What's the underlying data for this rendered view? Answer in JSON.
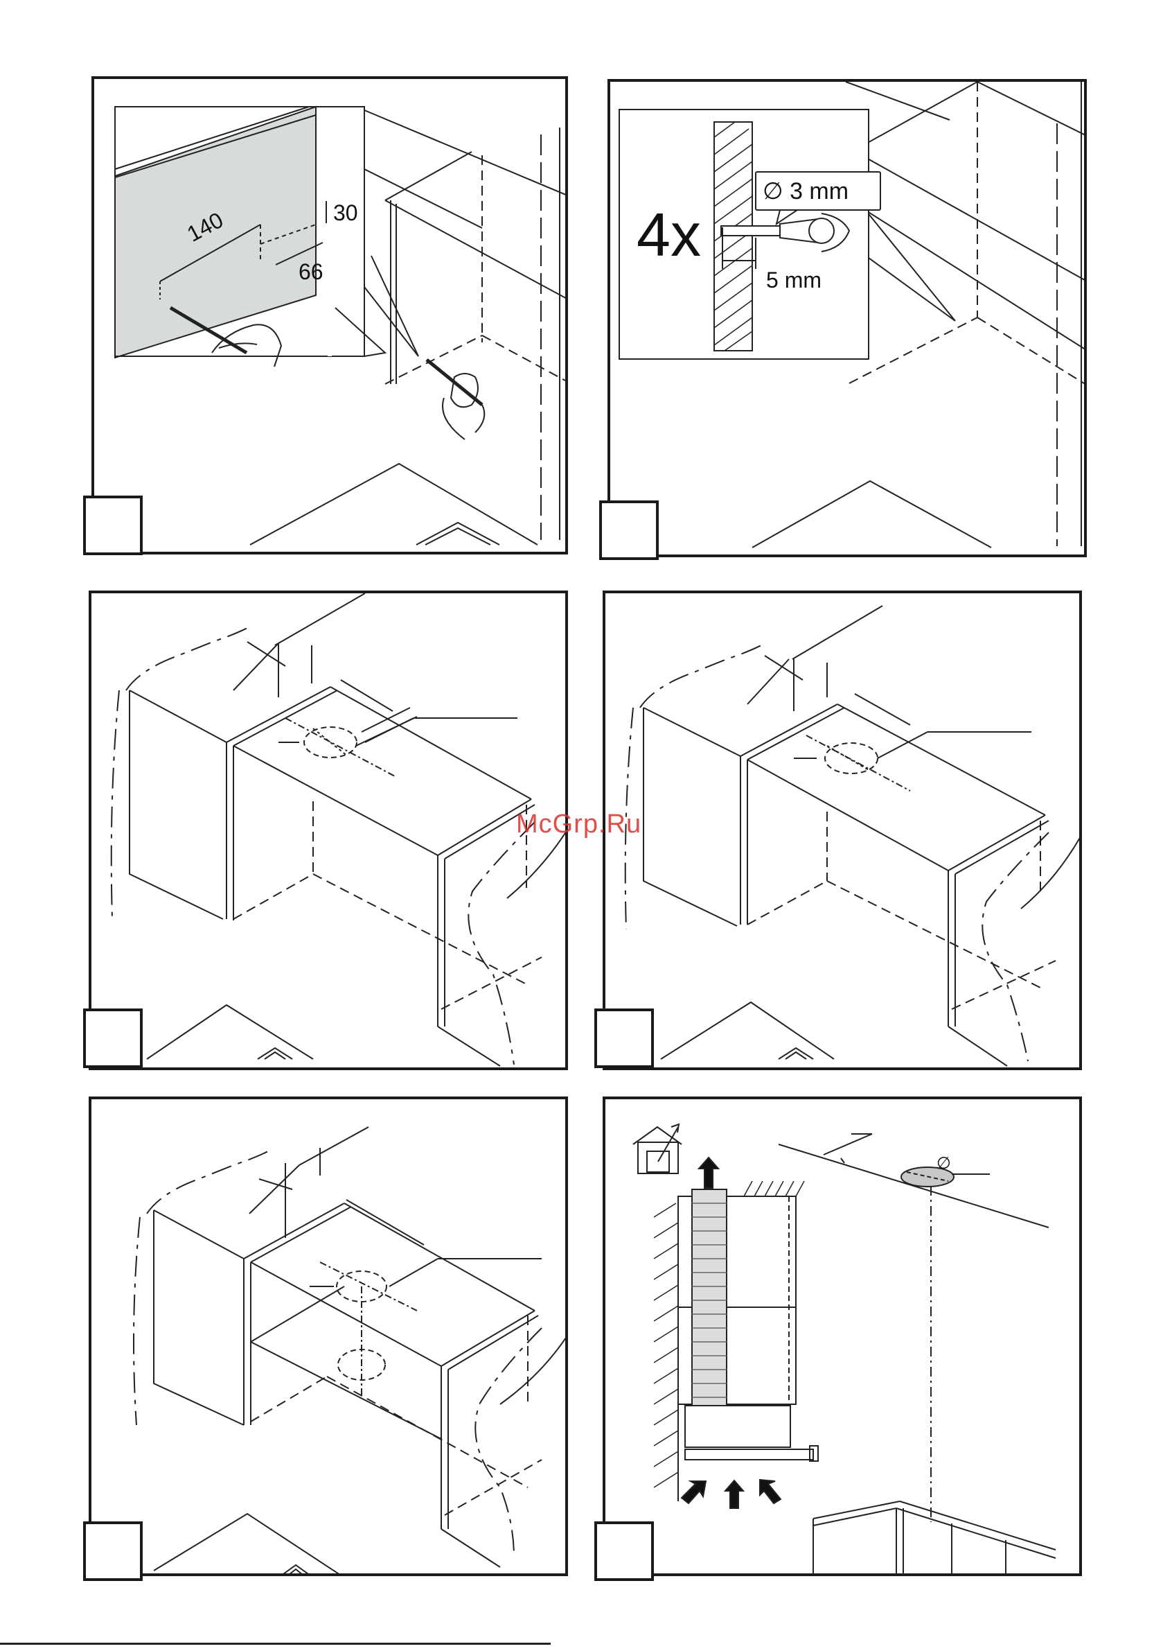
{
  "panels": {
    "p1": {
      "dims": [
        "140",
        "30",
        "66"
      ]
    },
    "p2": {
      "multiplier": "4x",
      "drill": "∅ 3 mm",
      "depth": "5 mm"
    },
    "p6": {
      "diameter_symbol": "∅"
    }
  },
  "watermark": "McGrp.Ru"
}
